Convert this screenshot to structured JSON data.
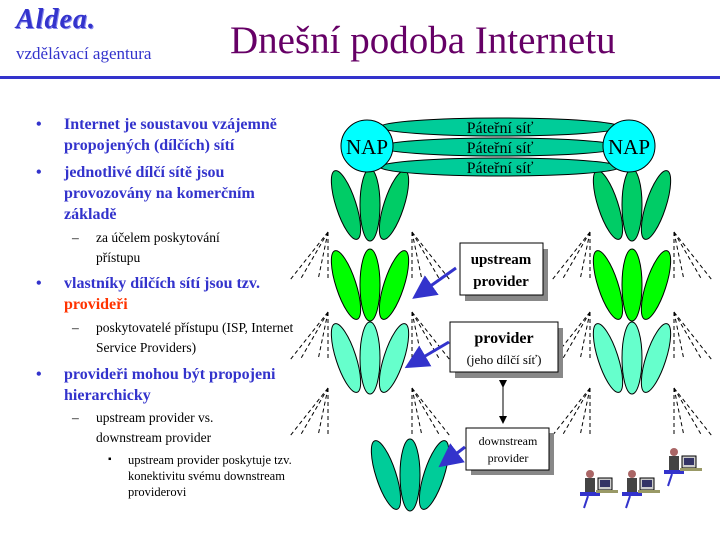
{
  "header": {
    "logo": "Aldea.",
    "subtitle": "vzdělávací agentura",
    "title": "Dnešní podoba Internetu"
  },
  "bullets": {
    "b1": "Internet je soustavou vzájemně propojených (dílčích) sítí",
    "b2": "jednotlivé dílčí sítě jsou provozovány na komerčním základě",
    "b2_1": "za účelem poskytování přístupu",
    "b3_prefix": "vlastníky dílčích sítí jsou tzv.",
    "b3_highlight": "provideři",
    "b3_1": "poskytovatelé přístupu (ISP, Internet Service Providers)",
    "b4": "provideři mohou být propojeni hierarchicky",
    "b4_1": "upstream provider vs. downstream provider",
    "b4_1_1": "upstream provider poskytuje tzv. konektivitu svému downstream providerovi",
    "bullet_char": "•",
    "dash_char": "–",
    "square_char": "▪"
  },
  "diagram": {
    "nap_left": "NAP",
    "nap_right": "NAP",
    "backbones": [
      "Páteřní síť",
      "Páteřní síť",
      "Páteřní síť"
    ],
    "upstream_box": [
      "upstream",
      "provider"
    ],
    "provider_box": [
      "provider",
      "(jeho dílčí síť)"
    ],
    "downstream_box": [
      "downstream",
      "provider"
    ],
    "colors": {
      "nap": "#00ffff",
      "backbone": "#00cc99",
      "level1": "#00cc66",
      "level2": "#00ff00",
      "level3": "#66ffcc",
      "arrow": "#3333cc"
    }
  }
}
